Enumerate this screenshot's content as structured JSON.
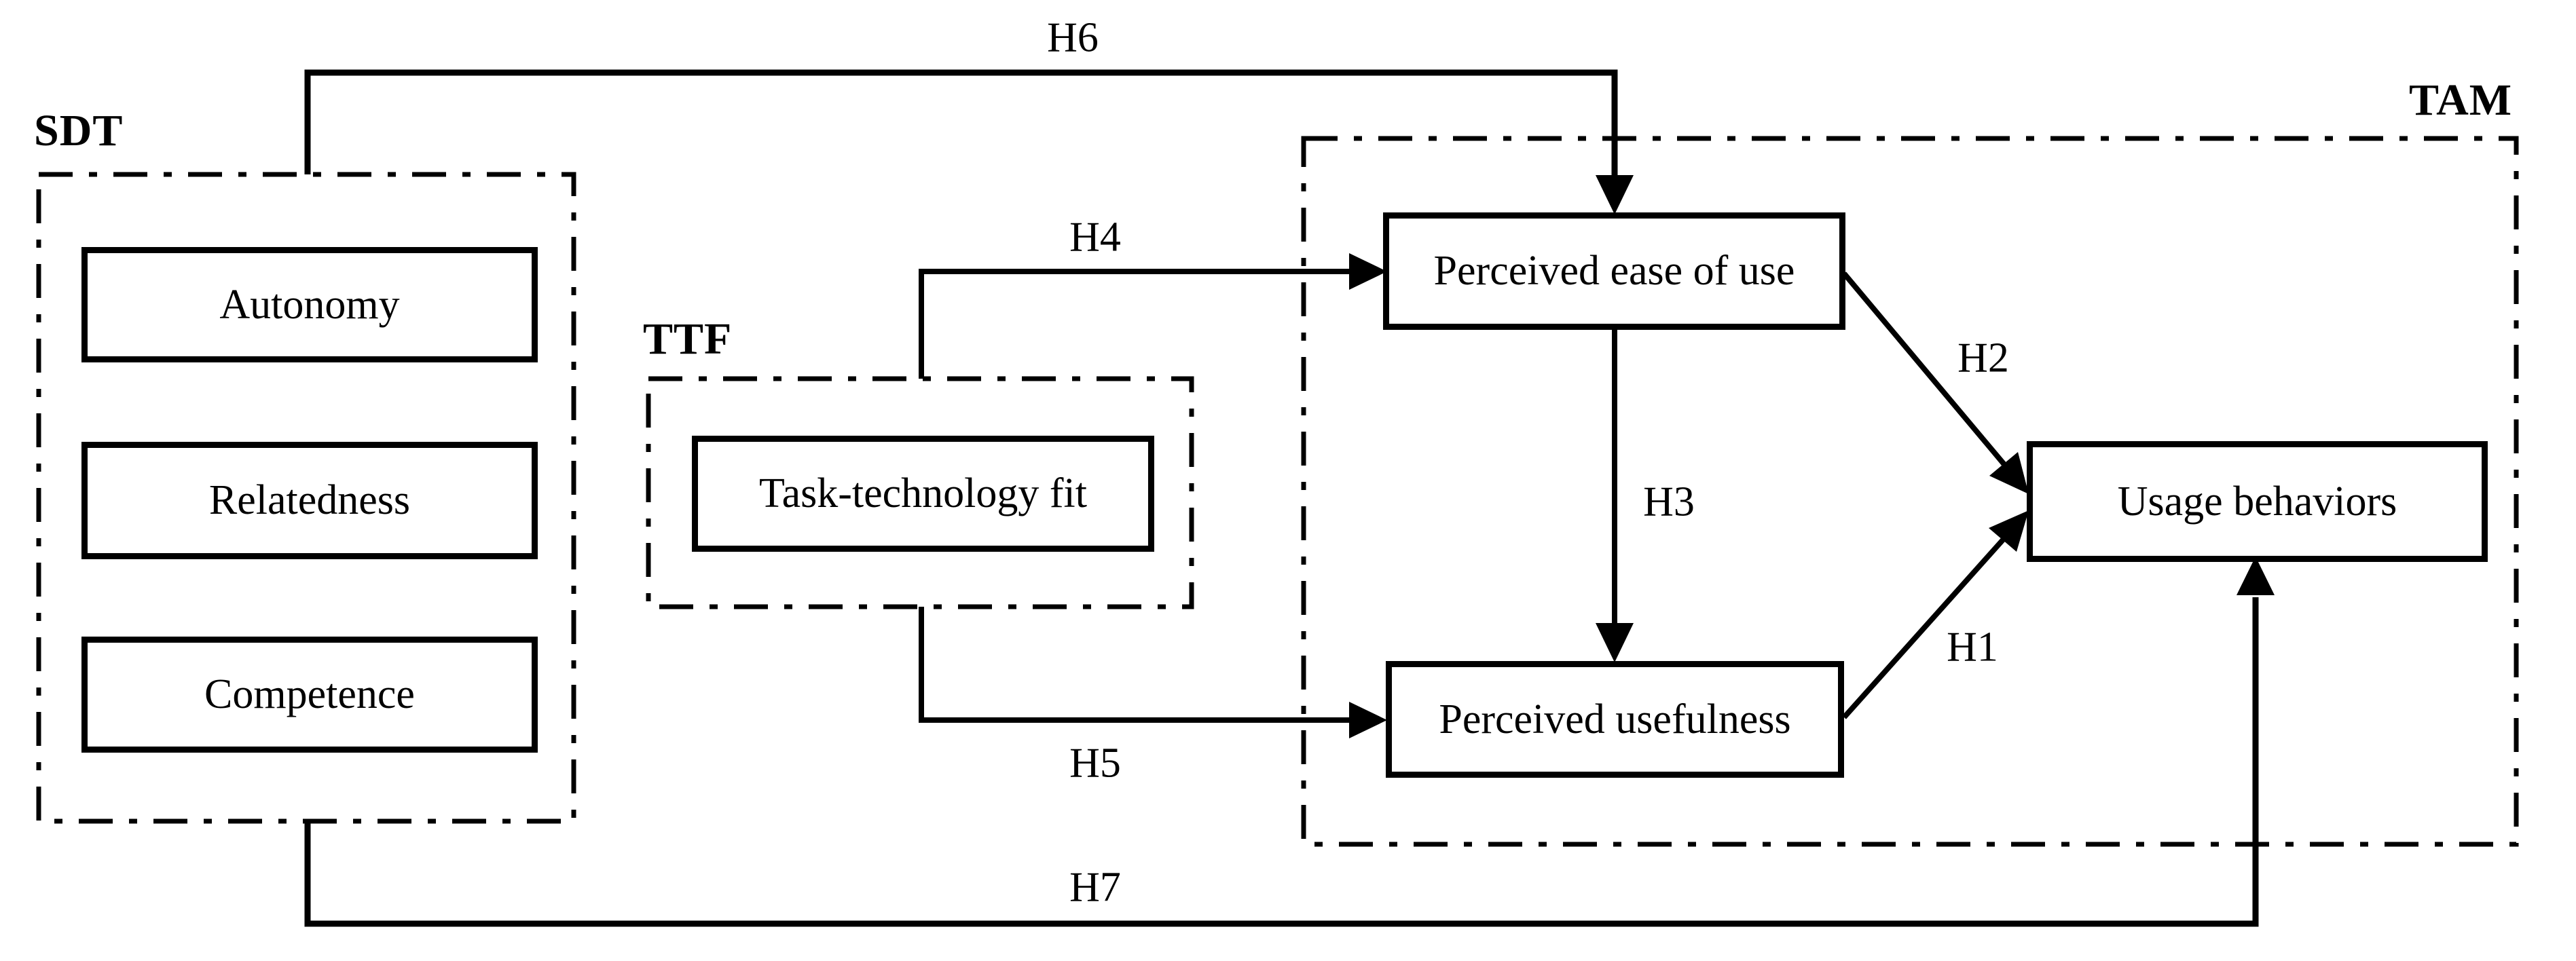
{
  "figure": {
    "type": "research-model-diagram",
    "background_color": "#ffffff",
    "line_color": "#000000",
    "text_color": "#000000"
  },
  "groups": {
    "sdt": {
      "label": "SDT",
      "border_style": "dash-dot"
    },
    "ttf": {
      "label": "TTF",
      "border_style": "dash-dot"
    },
    "tam": {
      "label": "TAM",
      "border_style": "dash-dot"
    }
  },
  "nodes": {
    "autonomy": {
      "label": "Autonomy",
      "group": "SDT"
    },
    "relatedness": {
      "label": "Relatedness",
      "group": "SDT"
    },
    "competence": {
      "label": "Competence",
      "group": "SDT"
    },
    "task_technology_fit": {
      "label": "Task-technology fit",
      "group": "TTF"
    },
    "perceived_ease_of_use": {
      "label": "Perceived ease of use",
      "group": "TAM"
    },
    "perceived_usefulness": {
      "label": "Perceived usefulness",
      "group": "TAM"
    },
    "usage_behaviors": {
      "label": "Usage behaviors",
      "group": "TAM"
    }
  },
  "edges": {
    "h1": {
      "label": "H1",
      "from": "Perceived usefulness",
      "to": "Usage behaviors"
    },
    "h2": {
      "label": "H2",
      "from": "Perceived ease of use",
      "to": "Usage behaviors"
    },
    "h3": {
      "label": "H3",
      "from": "Perceived ease of use",
      "to": "Perceived usefulness"
    },
    "h4": {
      "label": "H4",
      "from": "TTF",
      "to": "Perceived ease of use"
    },
    "h5": {
      "label": "H5",
      "from": "TTF",
      "to": "Perceived usefulness"
    },
    "h6": {
      "label": "H6",
      "from": "SDT",
      "to": "Perceived ease of use"
    },
    "h7": {
      "label": "H7",
      "from": "SDT",
      "to": "Usage behaviors"
    }
  }
}
